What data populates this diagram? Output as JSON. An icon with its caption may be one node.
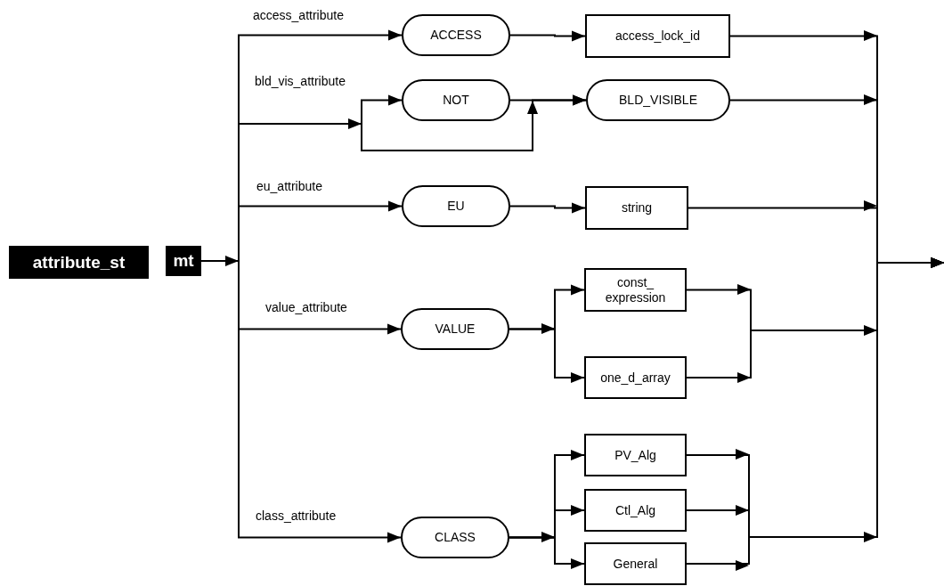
{
  "diagram": {
    "nodes": [
      {
        "text": [
          "attribute_st"
        ]
      },
      {
        "text": [
          "mt"
        ]
      },
      {
        "text": [
          "ACCESS"
        ]
      },
      {
        "text": [
          "access_lock_id"
        ]
      },
      {
        "text": [
          "NOT"
        ]
      },
      {
        "text": [
          "BLD_VISIBLE"
        ]
      },
      {
        "text": [
          "EU"
        ]
      },
      {
        "text": [
          "string"
        ]
      },
      {
        "text": [
          "VALUE"
        ]
      },
      {
        "text": [
          "const_ expression"
        ]
      },
      {
        "text": [
          "one_d_array"
        ]
      },
      {
        "text": [
          "CLASS"
        ]
      },
      {
        "text": [
          "PV_Alg"
        ]
      },
      {
        "text": [
          "Ctl_Alg"
        ]
      },
      {
        "text": [
          "General"
        ]
      }
    ],
    "edges": [
      {
        "from": 1,
        "to": 2,
        "arrow": "to",
        "label": "access_attribute"
      },
      {
        "from": 1,
        "to": 4,
        "arrow": "to",
        "label": "bld_vis_attribute"
      },
      {
        "from": 1,
        "to": 5,
        "arrow": "to"
      },
      {
        "from": 1,
        "to": 6,
        "arrow": "to",
        "label": "eu_attribute"
      },
      {
        "from": 1,
        "to": 8,
        "arrow": "to",
        "label": "value_attribute"
      },
      {
        "from": 1,
        "to": 11,
        "arrow": "to",
        "label": "class_attribute"
      },
      {
        "from": 2,
        "to": 3,
        "arrow": "to"
      },
      {
        "from": 4,
        "to": 5,
        "arrow": "to"
      },
      {
        "from": 6,
        "to": 7,
        "arrow": "to"
      },
      {
        "from": 8,
        "to": 9,
        "arrow": "to"
      },
      {
        "from": 8,
        "to": 10,
        "arrow": "to"
      },
      {
        "from": 11,
        "to": 12,
        "arrow": "to"
      },
      {
        "from": 11,
        "to": 13,
        "arrow": "to"
      },
      {
        "from": 11,
        "to": 14,
        "arrow": "to"
      },
      {
        "from": 3,
        "to": null,
        "arrow": "to"
      },
      {
        "from": 5,
        "to": null,
        "arrow": "to"
      },
      {
        "from": 7,
        "to": null,
        "arrow": "to"
      },
      {
        "from": 9,
        "to": null,
        "arrow": "to"
      },
      {
        "from": 10,
        "to": null,
        "arrow": "to"
      },
      {
        "from": 12,
        "to": null,
        "arrow": "to"
      },
      {
        "from": 13,
        "to": null,
        "arrow": "to"
      },
      {
        "from": 14,
        "to": null,
        "arrow": "to"
      }
    ]
  }
}
